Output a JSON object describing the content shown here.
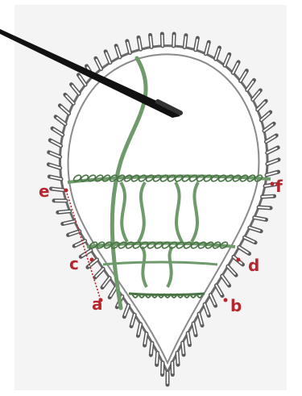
{
  "figure": {
    "kind": "needle-lace-stitch-diagram",
    "colors": {
      "outline_stitch": "#5a5a5a",
      "outline_fill": "#ffffff",
      "thread": "#6f9a6b",
      "thread_dark": "#4a7446",
      "marker": "#b5262f",
      "needle": "#111111",
      "background": "#f4f4f4"
    },
    "icons": [
      "needle-icon",
      "thread-icon"
    ],
    "point_labels": {
      "a": "a",
      "b": "b",
      "c": "c",
      "d": "d",
      "e": "e",
      "f": "f"
    }
  }
}
